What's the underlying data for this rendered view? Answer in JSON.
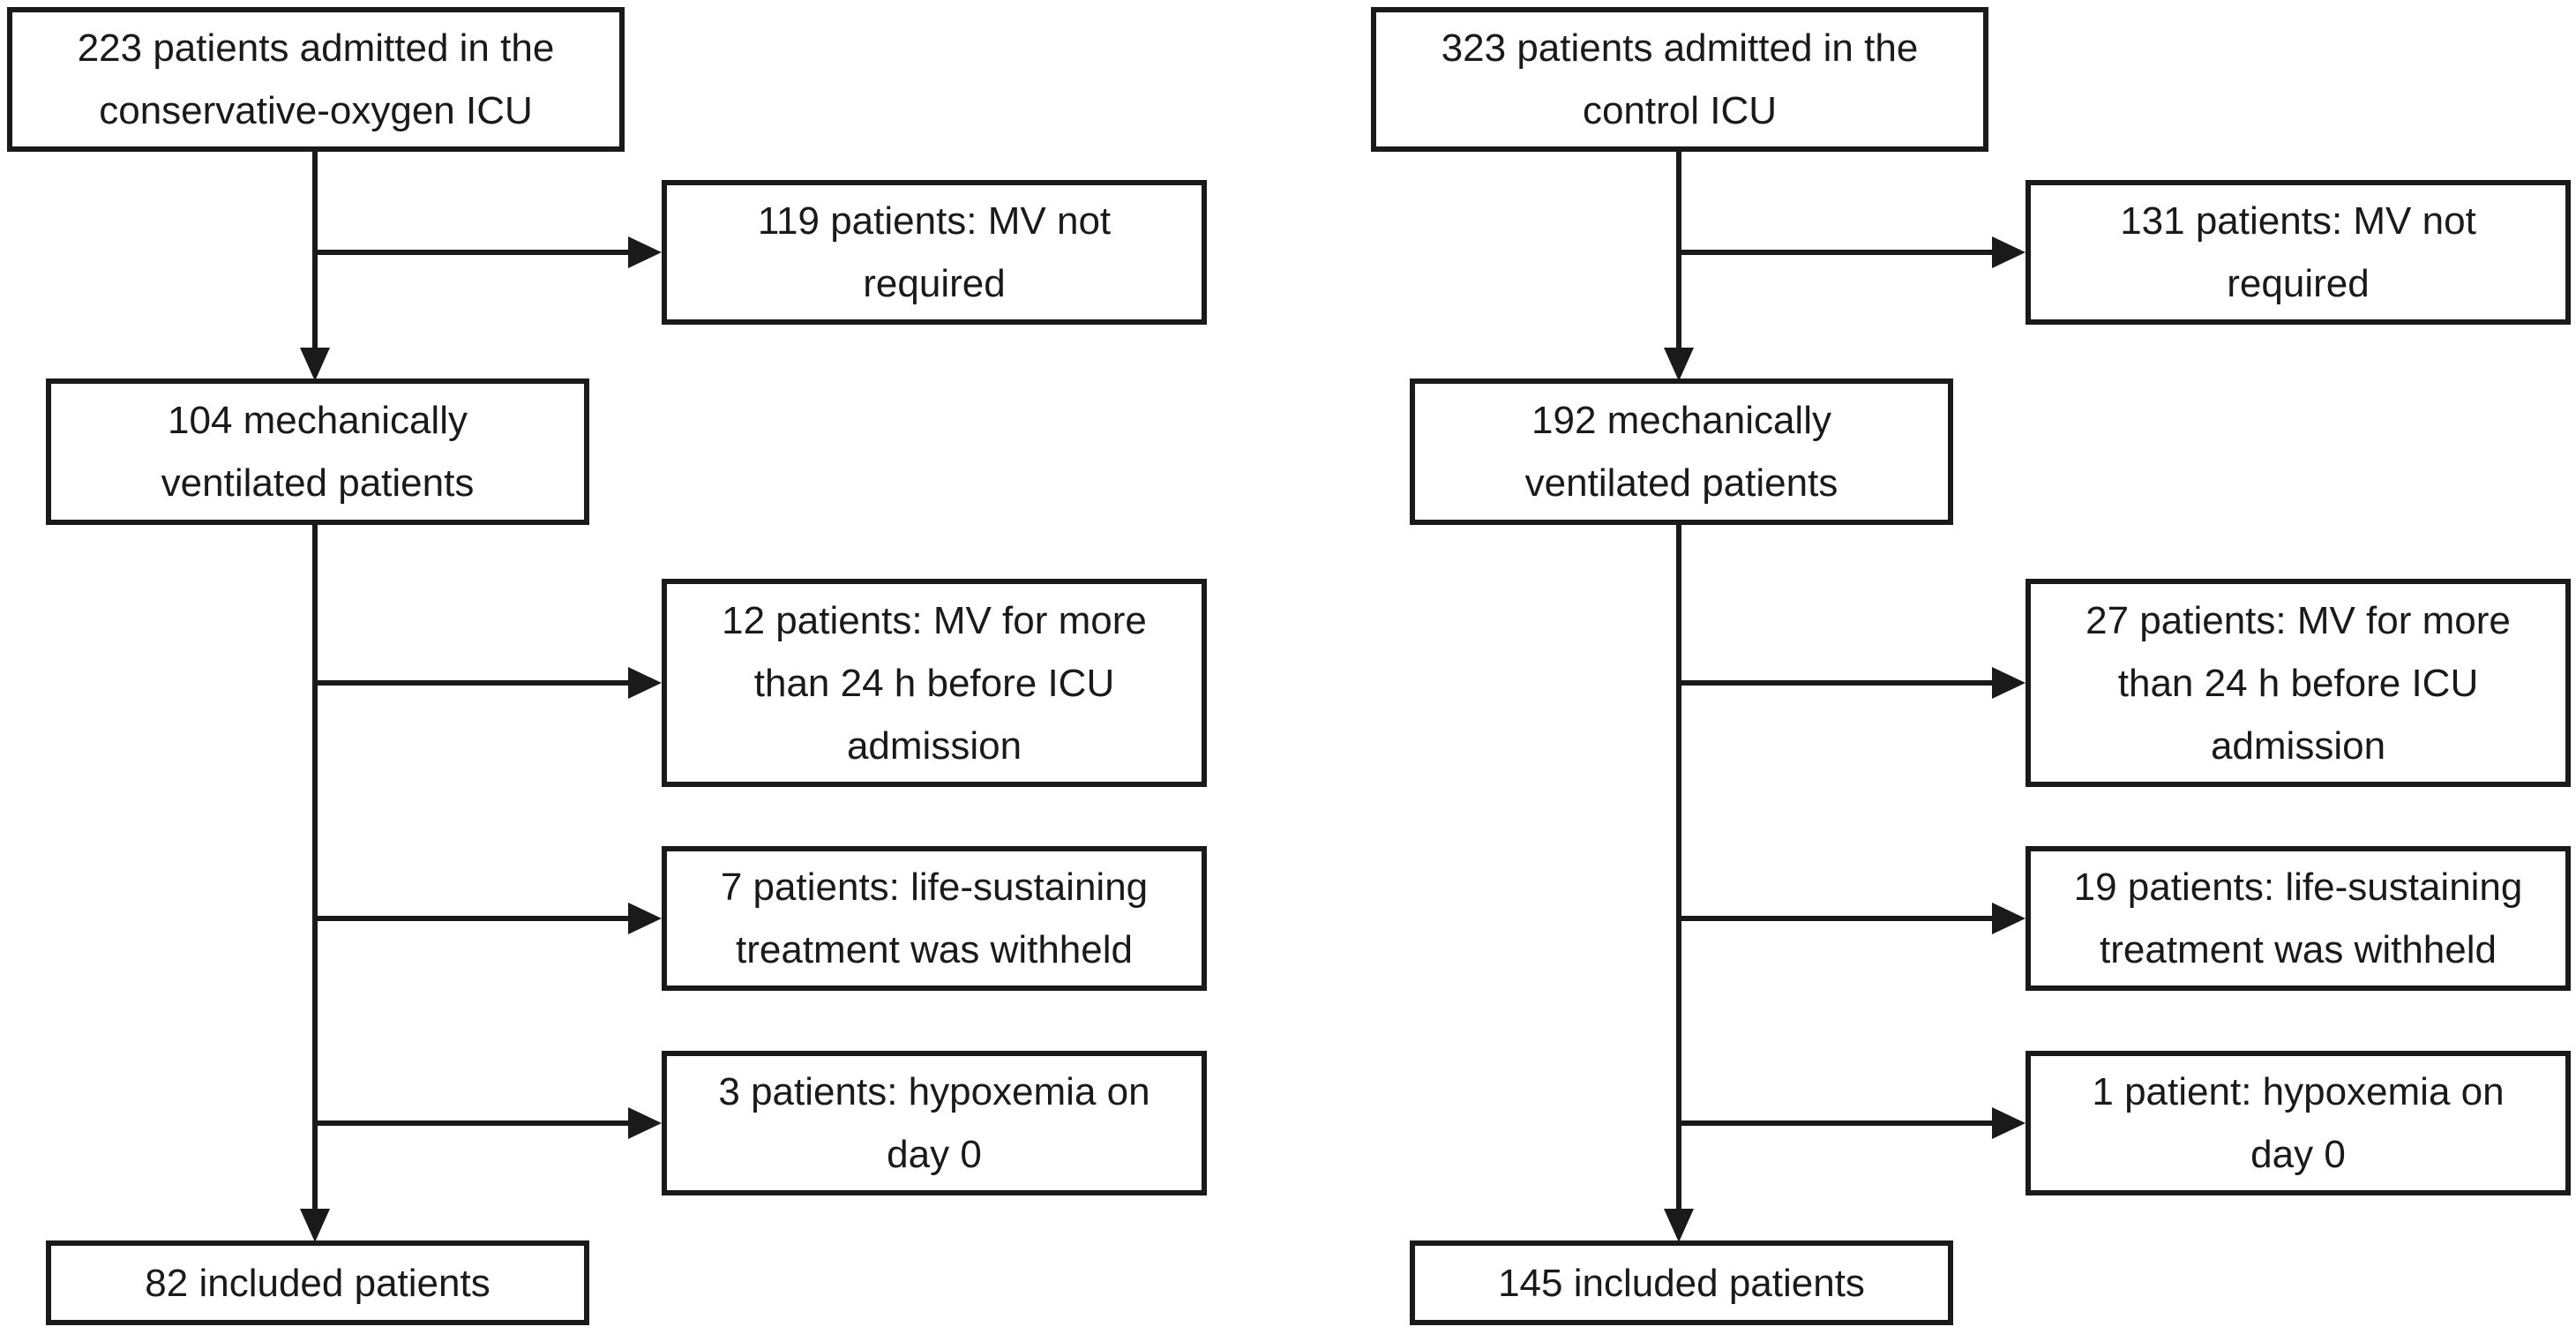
{
  "colors": {
    "background": "#ffffff",
    "box_border": "#1a1a1a",
    "text": "#1a1a1a",
    "arrow": "#1a1a1a"
  },
  "flows": [
    {
      "name": "conservative-oxygen-icu",
      "boxes": [
        {
          "lines": [
            "223 patients admitted in the",
            "conservative-oxygen ICU"
          ]
        },
        {
          "lines": [
            "119 patients: MV not",
            "required"
          ]
        },
        {
          "lines": [
            "104 mechanically",
            "ventilated patients"
          ]
        },
        {
          "lines": [
            "12 patients: MV for more",
            "than 24 h before ICU",
            "admission"
          ]
        },
        {
          "lines": [
            "7 patients: life-sustaining",
            "treatment was withheld"
          ]
        },
        {
          "lines": [
            "3 patients: hypoxemia on",
            "day 0"
          ]
        },
        {
          "lines": [
            "82 included patients"
          ]
        }
      ]
    },
    {
      "name": "control-icu",
      "boxes": [
        {
          "lines": [
            "323 patients admitted in the",
            "control ICU"
          ]
        },
        {
          "lines": [
            "131 patients: MV not",
            "required"
          ]
        },
        {
          "lines": [
            "192 mechanically",
            "ventilated patients"
          ]
        },
        {
          "lines": [
            "27 patients: MV for more",
            "than 24 h before ICU",
            "admission"
          ]
        },
        {
          "lines": [
            "19 patients: life-sustaining",
            "treatment was withheld"
          ]
        },
        {
          "lines": [
            "1 patient: hypoxemia on",
            "day 0"
          ]
        },
        {
          "lines": [
            "145 included patients"
          ]
        }
      ]
    }
  ]
}
